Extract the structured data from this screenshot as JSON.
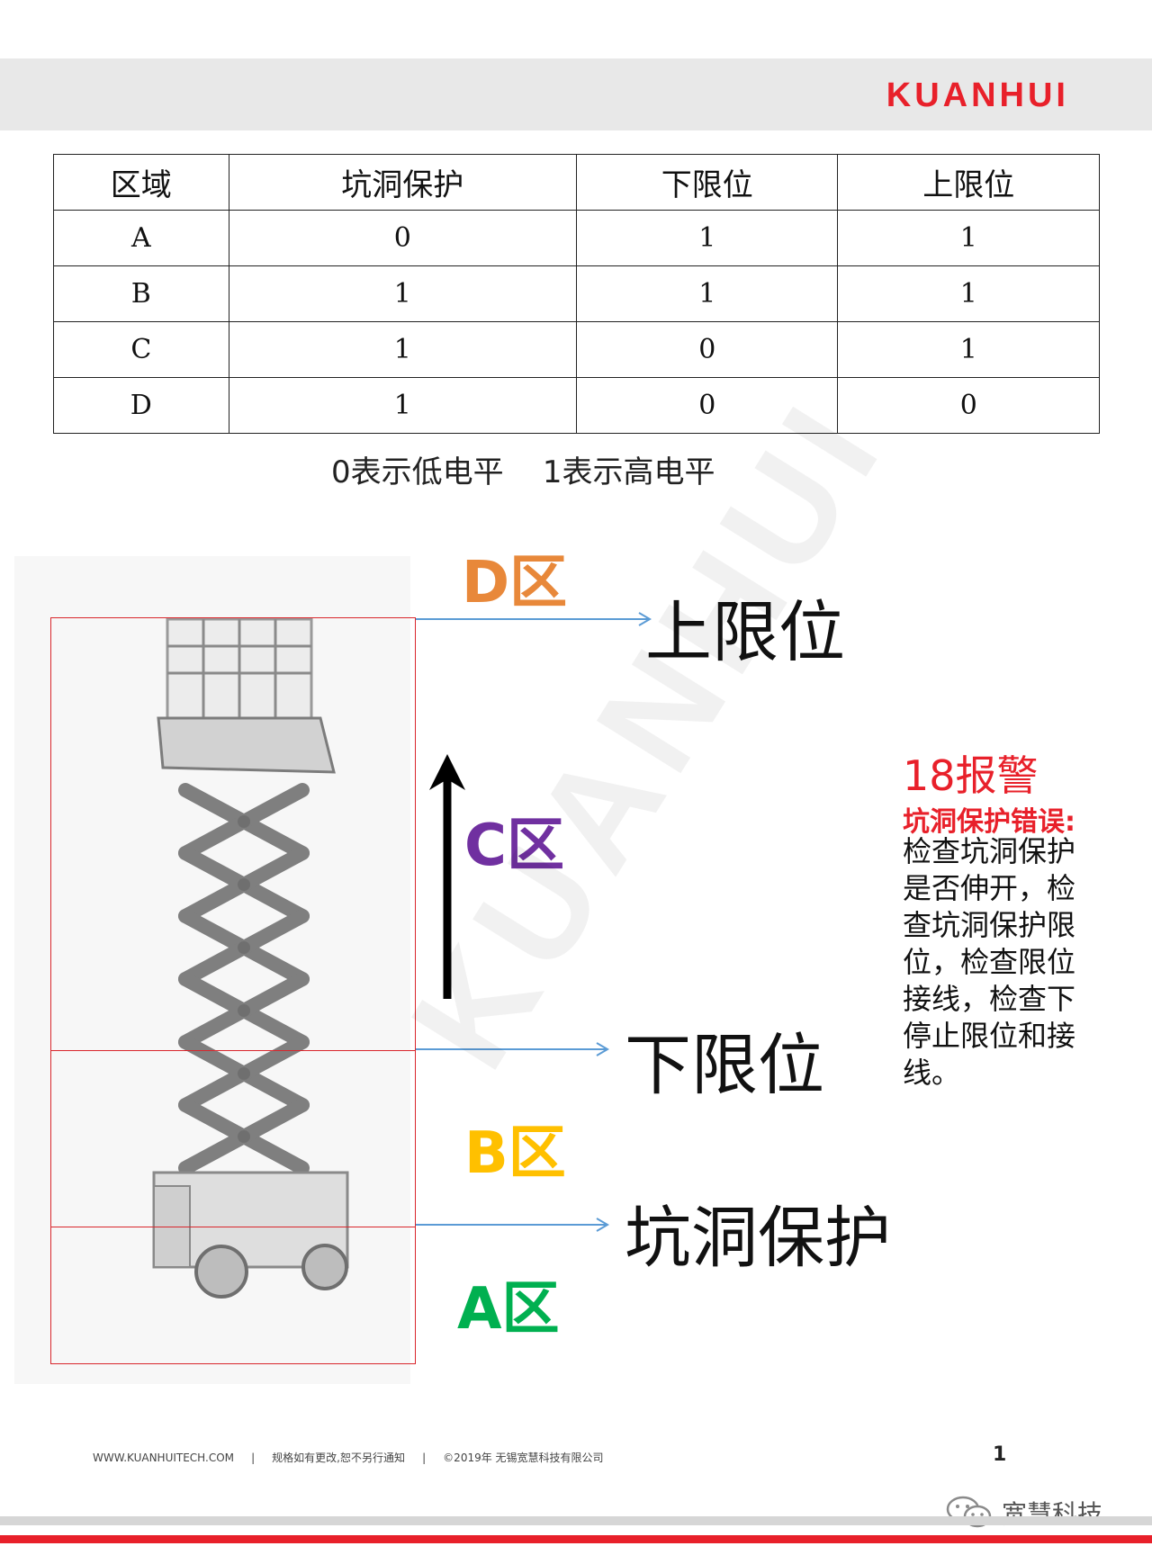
{
  "header": {
    "brand": "KUANHUI"
  },
  "table": {
    "headers": [
      "区域",
      "坑洞保护",
      "下限位",
      "上限位"
    ],
    "rows": [
      [
        "A",
        "0",
        "1",
        "1"
      ],
      [
        "B",
        "1",
        "1",
        "1"
      ],
      [
        "C",
        "1",
        "0",
        "1"
      ],
      [
        "D",
        "1",
        "0",
        "0"
      ]
    ]
  },
  "legend_note": "0表示低电平    1表示高电平",
  "diagram": {
    "zones": [
      {
        "label": "D区",
        "color": "#e8883a"
      },
      {
        "label": "C区",
        "color": "#7030a0"
      },
      {
        "label": "B区",
        "color": "#ffc000"
      },
      {
        "label": "A区",
        "color": "#00b050"
      }
    ],
    "limits": [
      "上限位",
      "下限位",
      "坑洞保护"
    ],
    "arrow_color": "#5b9bd5",
    "box_color": "#d9262c"
  },
  "alarm": {
    "title": "18报警",
    "subtitle": "坑洞保护错误:",
    "text": "检查坑洞保护是否伸开，检查坑洞保护限位，检查限位接线，检查下停止限位和接线。"
  },
  "watermark": "KUANHUI",
  "footer": {
    "text": "WWW.KUANHUITECH.COM     |     规格如有更改,恕不另行通知     |     ©2019年 无锡宽慧科技有限公司",
    "page_number": "1",
    "wechat_label": "宽慧科技"
  }
}
